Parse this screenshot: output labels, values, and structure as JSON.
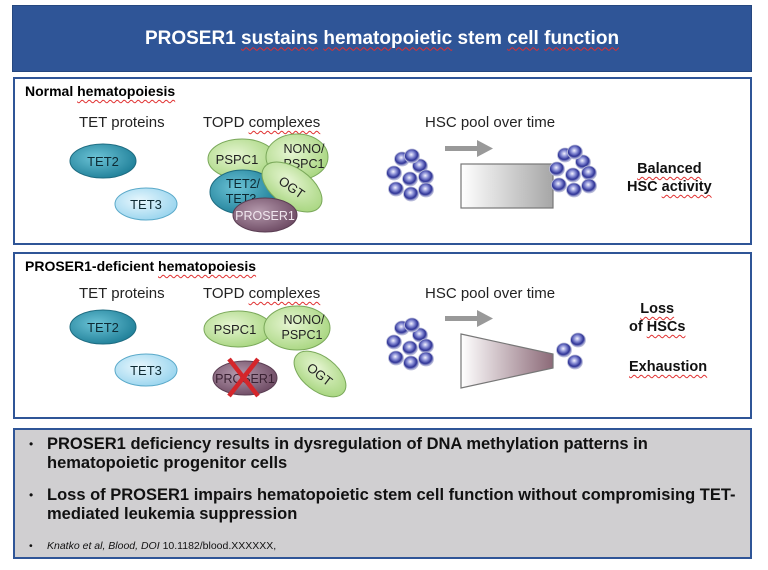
{
  "header": {
    "title_parts": [
      "PROSER1",
      "sustains",
      "hematopoietic",
      "stem",
      "cell",
      "function"
    ],
    "background_color": "#2f5597"
  },
  "panels": [
    {
      "title_parts": [
        "Normal",
        "hematopoiesis"
      ],
      "tet_label": "TET proteins",
      "topd_label_parts": [
        "TOPD",
        "complexes"
      ],
      "hsc_label": "HSC pool over time",
      "tet_proteins": [
        "TET2",
        "TET3"
      ],
      "topd_proteins": [
        "PSPC1",
        "NONO/",
        "PSPC1",
        "TET2/",
        "TET3",
        "OGT",
        "PROSER1"
      ],
      "hsc_pool_start_count": 9,
      "hsc_pool_end_count": 9,
      "outcome_line1": "Balanced",
      "outcome_line2_parts": [
        "HSC",
        "activity"
      ]
    },
    {
      "title_parts": [
        "PROSER1-deficient",
        "hematopoiesis"
      ],
      "tet_label": "TET proteins",
      "topd_label_parts": [
        "TOPD",
        "complexes"
      ],
      "hsc_label": "HSC pool over time",
      "tet_proteins": [
        "TET2",
        "TET3"
      ],
      "topd_proteins": [
        "PSPC1",
        "NONO/",
        "PSPC1",
        "PROSER1",
        "OGT"
      ],
      "proser1_deleted": true,
      "hsc_pool_start_count": 9,
      "hsc_pool_end_count": 3,
      "outcome_line1": "Loss",
      "outcome_line2_parts": [
        "of",
        "HSCs"
      ],
      "outcome_line3": "Exhaustion"
    }
  ],
  "summary": {
    "bullets": [
      "PROSER1 deficiency results in dysregulation of DNA methylation patterns in hematopoietic progenitor cells",
      "Loss of PROSER1 impairs hematopoietic stem cell function without compromising TET-mediated leukemia suppression"
    ],
    "bullet_glyph": "•",
    "reference_italic": "Knatko et al, Blood, DOI",
    "reference_doi": " 10.1182/blood.XXXXXX,"
  },
  "colors": {
    "panel_border": "#2f5597",
    "tet2_fill": "#3aa0b8",
    "tet3_fill": "#bfe6f7",
    "topd_green": "#c9e6a8",
    "proser1_fill": "#8c6a82",
    "cell_fill": "#3a3f9e",
    "delete_x": "#d4262b",
    "summary_bg": "#d0cfd1"
  }
}
